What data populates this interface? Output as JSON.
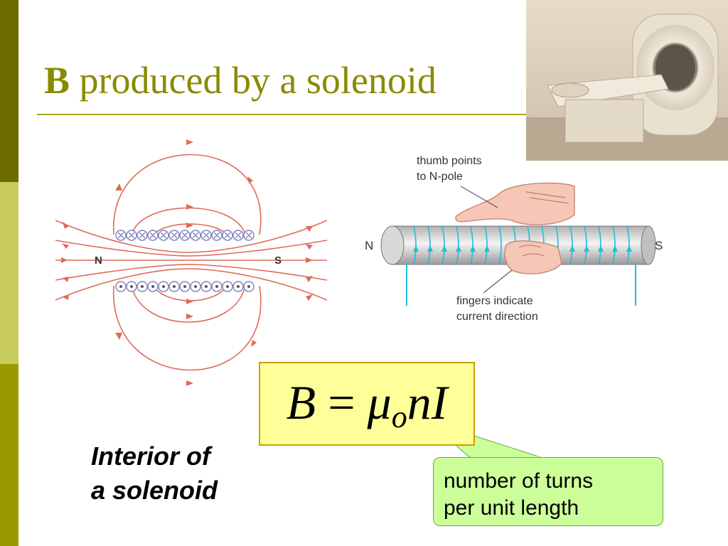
{
  "title": {
    "bold": "B",
    "rest": " produced by a solenoid"
  },
  "left_diagram": {
    "north": "N",
    "south": "S"
  },
  "right_diagram": {
    "north": "N",
    "south": "S",
    "thumb_label_line1": "thumb points",
    "thumb_label_line2": "to N-pole",
    "fingers_label_line1": "fingers indicate",
    "fingers_label_line2": "current direction"
  },
  "formula": {
    "lhs": "B",
    "eq": "=",
    "mu": "μ",
    "sub": "o",
    "rhs": "nI"
  },
  "note": {
    "line1": "number of turns",
    "line2": "per unit length"
  },
  "caption": {
    "line1": "Interior of",
    "line2": "a solenoid"
  },
  "colors": {
    "field_lines": "#e06a5a",
    "coil_x": "#8080c0",
    "current_arrows": "#22bbdd",
    "formula_bg": "#ffff99",
    "note_bg": "#ccff99",
    "title": "#8a8a00"
  },
  "icons": {
    "mri_photo": "mri-scanner-photo",
    "hand": "right-hand-icon"
  }
}
